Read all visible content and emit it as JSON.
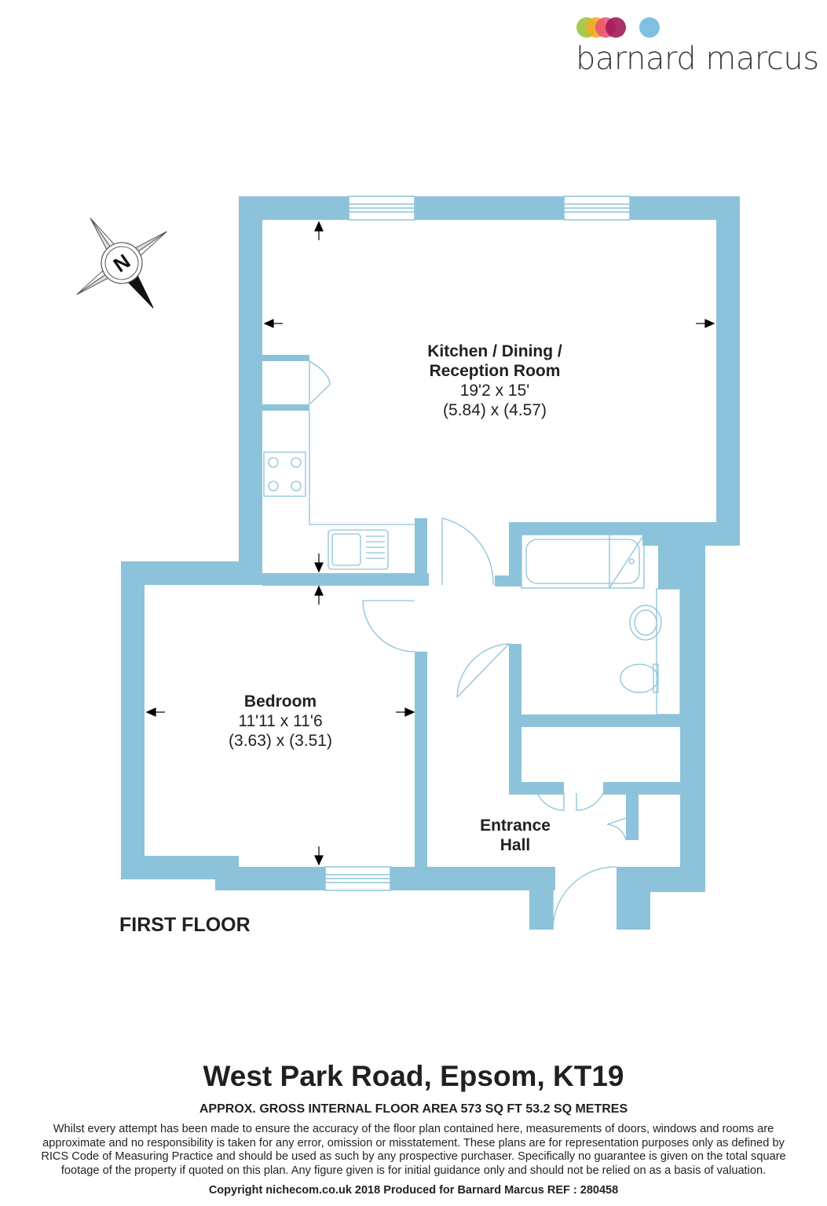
{
  "brand": {
    "name": "barnard marcus",
    "dot_colors": [
      "#9bc53d",
      "#f7a823",
      "#e94e77",
      "#a3195b",
      "#7fbfdf"
    ]
  },
  "compass": {
    "label": "N"
  },
  "colors": {
    "wall": "#8cc3da",
    "fixture": "#8cc3da",
    "text": "#231f20"
  },
  "rooms": [
    {
      "id": "kitchen",
      "title_line1": "Kitchen / Dining /",
      "title_line2": "Reception Room",
      "dim_imperial": "19'2 x 15'",
      "dim_metric": "(5.84) x (4.57)"
    },
    {
      "id": "bedroom",
      "title_line1": "Bedroom",
      "dim_imperial": "11'11 x 11'6",
      "dim_metric": "(3.63) x (3.51)"
    },
    {
      "id": "hall",
      "title_line1": "Entrance",
      "title_line2": "Hall"
    }
  ],
  "floor_label": "FIRST FLOOR",
  "footer": {
    "address": "West Park Road, Epsom, KT19",
    "area": "APPROX. GROSS INTERNAL FLOOR AREA 573 SQ FT 53.2 SQ METRES",
    "disclaimer": [
      "Whilst every attempt has been made to ensure the accuracy of the floor plan contained here, measurements of doors, windows and rooms are",
      "approximate and no responsibility is taken for any error, omission or misstatement. These plans are for representation purposes only as defined by",
      "RICS Code of Measuring Practice and should be used as such by any prospective purchaser.  Specifically no guarantee is given on the total square",
      "footage of the property if quoted on this plan. Any figure given is for initial guidance only and should not be relied on as a basis of valuation."
    ],
    "copyright": "Copyright nichecom.co.uk 2018    Produced for Barnard Marcus    REF : 280458"
  }
}
